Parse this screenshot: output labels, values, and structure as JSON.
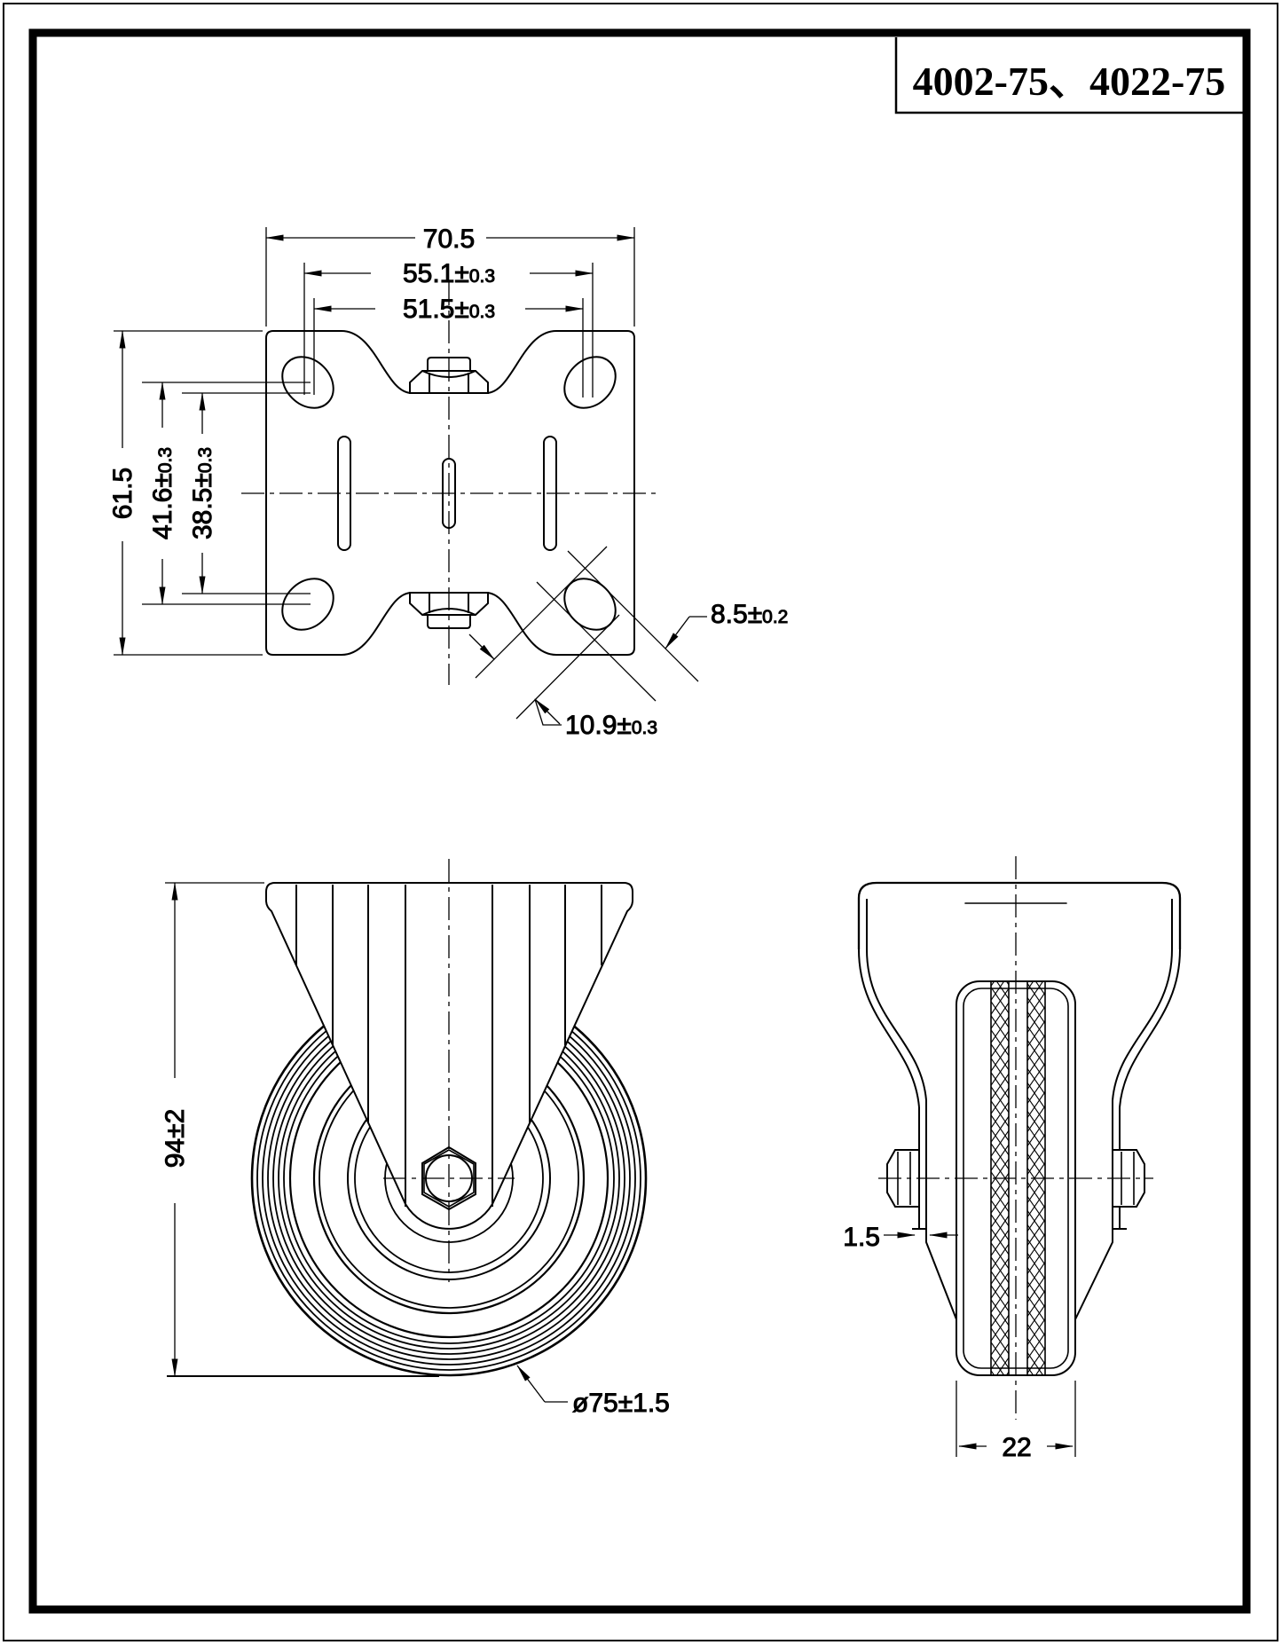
{
  "title_block": {
    "part_numbers": "4002-75、4022-75"
  },
  "colors": {
    "line": "#000000",
    "background": "#ffffff"
  },
  "views": {
    "top": {
      "dims": {
        "plate_width": "70.5",
        "hole_span_outer": {
          "v": "55.1±",
          "t": "0.3"
        },
        "hole_span_inner": {
          "v": "51.5±",
          "t": "0.3"
        },
        "plate_depth": "61.5",
        "hole_pitch_outer": {
          "v": "41.6±",
          "t": "0.3"
        },
        "hole_pitch_inner": {
          "v": "38.5±",
          "t": "0.3"
        },
        "slot_width": {
          "v": "8.5±",
          "t": "0.2"
        },
        "slot_length": {
          "v": "10.9±",
          "t": "0.3"
        }
      }
    },
    "front": {
      "dims": {
        "overall_height": "94±2",
        "wheel_diameter": "ø75±1.5"
      }
    },
    "side": {
      "dims": {
        "plate_offset": "1.5",
        "wheel_width": "22"
      }
    }
  }
}
